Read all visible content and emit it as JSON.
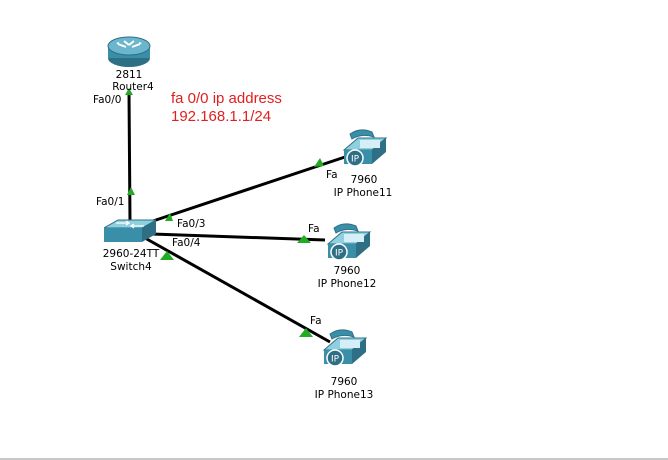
{
  "annotation": {
    "line1": "fa 0/0 ip address",
    "line2": "192.168.1.1/24",
    "color": "#e02020"
  },
  "colors": {
    "link": "#000000",
    "link_light": "#22aa22",
    "device_teal": "#3a8fa8"
  },
  "router": {
    "model": "2811",
    "name": "Router4",
    "port": "Fa0/0",
    "icon": "router-icon"
  },
  "switch": {
    "model": "2960-24TT",
    "name": "Switch4",
    "ports": {
      "uplink": "Fa0/1",
      "p3": "Fa0/3",
      "p4": "Fa0/4"
    },
    "icon": "switch-icon"
  },
  "phones": [
    {
      "model": "7960",
      "name": "IP Phone11",
      "port": "Fa",
      "icon": "ip-phone-icon"
    },
    {
      "model": "7960",
      "name": "IP Phone12",
      "port": "Fa",
      "icon": "ip-phone-icon"
    },
    {
      "model": "7960",
      "name": "IP Phone13",
      "port": "Fa",
      "icon": "ip-phone-icon"
    }
  ]
}
